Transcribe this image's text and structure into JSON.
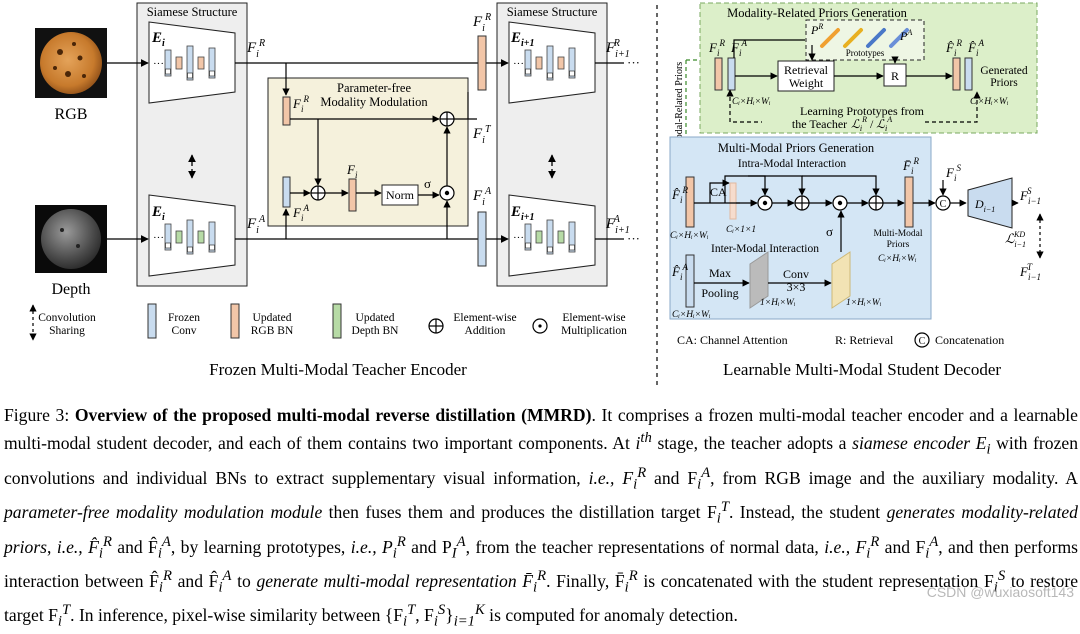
{
  "figure": {
    "rgb_label": "RGB",
    "depth_label": "Depth",
    "siamese_title": "Siamese Structure",
    "encoder_i": "E",
    "encoder_i_sub": "i",
    "encoder_i1_sub": "i+1",
    "pfmm_title_1": "Parameter-free",
    "pfmm_title_2": "Modality Modulation",
    "norm_label": "Norm",
    "sigma": "σ",
    "mrpg_title": "Modality-Related Priors Generation",
    "retrieval_weight_1": "Retrieval",
    "retrieval_weight_2": "Weight",
    "r_box": "R",
    "prototypes_label": "Prototypes",
    "generated_priors_1": "Generated",
    "generated_priors_2": "Priors",
    "learning_prototypes_1": "Learning Prototypes from",
    "learning_prototypes_2": "the Teacher",
    "modal_related_priors": "Modal-Related Priors",
    "mmpg_title": "Multi-Modal Priors Generation",
    "intra_modal": "Intra-Modal Interaction",
    "inter_modal": "Inter-Modal Interaction",
    "ca_label": "CA",
    "c_concat": "C",
    "max_pooling_1": "Max",
    "max_pooling_2": "Pooling",
    "conv_label_1": "Conv",
    "conv_label_2": "3×3",
    "multi_modal_priors_1": "Multi-Modal",
    "multi_modal_priors_2": "Priors",
    "dim_chw": "Cᵢ×Hᵢ×Wᵢ",
    "dim_c11": "Cᵢ×1×1",
    "dim_1hw": "1×Hᵢ×Wᵢ",
    "legend": {
      "conv_sharing_1": "Convolution",
      "conv_sharing_2": "Sharing",
      "frozen_conv_1": "Frozen",
      "frozen_conv_2": "Conv",
      "rgb_bn_1": "Updated",
      "rgb_bn_2": "RGB BN",
      "depth_bn_1": "Updated",
      "depth_bn_2": "Depth BN",
      "add_1": "Element-wise",
      "add_2": "Addition",
      "mul_1": "Element-wise",
      "mul_2": "Multiplication",
      "ca_def": "CA:  Channel Attention",
      "r_def": "R:  Retrieval",
      "c_def": "Concatenation"
    },
    "teacher_title": "Frozen Multi-Modal Teacher Encoder",
    "student_title": "Learnable Multi-Modal Student Decoder",
    "colors": {
      "frozen_conv": "#c9dcef",
      "rgb_bn": "#f2c6a8",
      "depth_bn": "#b7dba6",
      "pfmm_bg": "#f5f1dc",
      "mrpg_bg": "#dcefc9",
      "mmpg_bg": "#d4e6f5",
      "siamese_bg": "#eeeeee"
    }
  },
  "caption": {
    "fig_label": "Figure 3:",
    "bold_title": "Overview of the proposed multi-modal reverse distillation (MMRD)",
    "text_1": ". It comprises a frozen multi-modal teacher encoder and a learnable multi-modal student decoder, and each of them contains two important components. At ",
    "ith": "i",
    "th": "th",
    "text_2": " stage, the teacher adopts a ",
    "siamese_encoder": "siamese encoder E",
    "text_3": " with frozen convolutions and individual BNs to extract supplementary visual information, ",
    "ie_1": "i.e.,",
    "text_4": " F",
    "text_5": " and F",
    "text_6": ", from RGB image and the auxiliary modality. A ",
    "pfmm": "parameter-free modality modulation module",
    "text_7": " then fuses them and produces the distillation target F",
    "text_8": ". Instead, the student ",
    "gen_priors": "generates modality-related priors",
    "text_9": ", ",
    "ie_2": "i.e.,",
    "text_10": " F̂",
    "text_11": " and F̂",
    "text_12": ", by learning prototypes, ",
    "ie_3": "i.e.,",
    "text_13": " P",
    "text_14": " and P",
    "text_15": ", from the teacher representations of normal data, ",
    "ie_4": "i.e.,",
    "text_16": " F",
    "text_17": " and F",
    "text_18": ", and then performs interaction between F̂",
    "text_19": " and F̂",
    "text_20": " to ",
    "gen_mm": "generate multi-modal representation",
    "text_21": " F̄",
    "text_22": ". Finally, F̄",
    "text_23": " is concatenated with the student representation F",
    "text_24": " to restore target F",
    "text_25": ". In inference, pixel-wise similarity between {F",
    "text_26": ", F",
    "text_27": "}",
    "text_28": " is computed for anomaly detection."
  },
  "watermark": "CSDN @wuxiaosoft143"
}
